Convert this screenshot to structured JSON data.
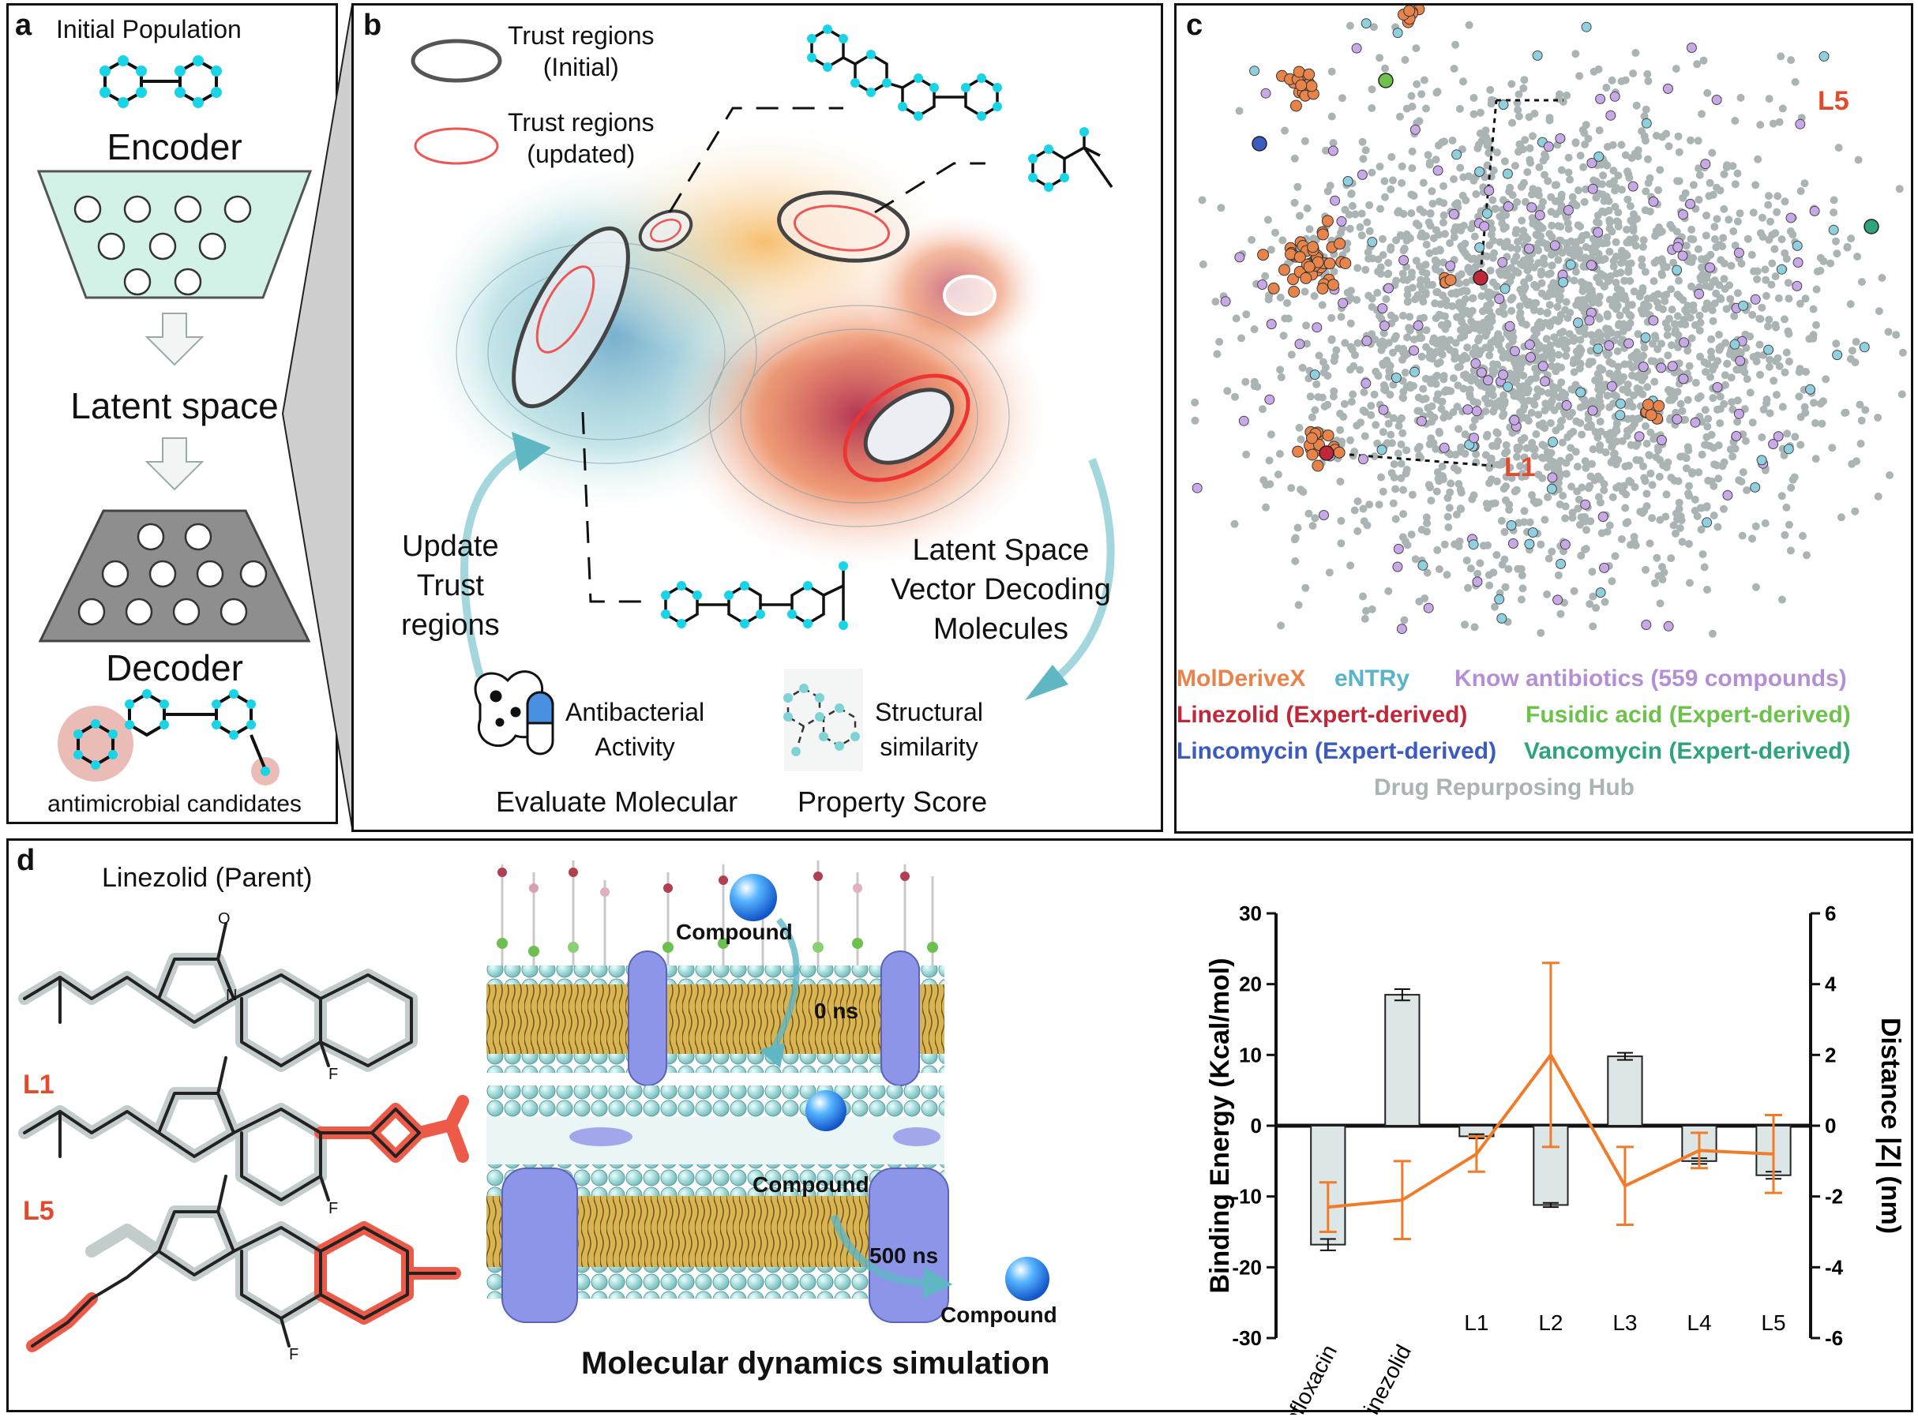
{
  "panel_a": {
    "label": "a",
    "initial_population": "Initial Population",
    "encoder": "Encoder",
    "latent_space": "Latent space",
    "decoder": "Decoder",
    "candidates": "antimicrobial candidates"
  },
  "panel_b": {
    "label": "b",
    "legend_initial": [
      "Trust regions",
      "(Initial)"
    ],
    "legend_updated": [
      "Trust regions",
      "(updated)"
    ],
    "update_trust": [
      "Update",
      "Trust",
      "regions"
    ],
    "decoding": [
      "Latent Space",
      "Vector Decoding",
      "Molecules"
    ],
    "antibacterial": [
      "Antibacterial",
      "Activity"
    ],
    "structural": [
      "Structural",
      "similarity"
    ],
    "evaluate": "Evaluate Molecular",
    "property_score": "Property Score"
  },
  "panel_c": {
    "label": "c",
    "callout_l5": "L5",
    "callout_l1": "L1",
    "legend": [
      {
        "text": "MolDeriveX",
        "color": "#e8844a"
      },
      {
        "text": "eNTRy",
        "color": "#5ab4c8"
      },
      {
        "text": "Know antibiotics (559 compounds)",
        "color": "#b48fd6"
      },
      {
        "text": "Linezolid (Expert-derived)",
        "color": "#c0283a"
      },
      {
        "text": "Fusidic acid (Expert-derived)",
        "color": "#6cc24a"
      },
      {
        "text": "Lincomycin (Expert-derived)",
        "color": "#3b5bbf"
      },
      {
        "text": "Vancomycin (Expert-derived)",
        "color": "#2ea47a"
      },
      {
        "text": "Drug Repurposing Hub",
        "color": "#aab4b4"
      }
    ]
  },
  "panel_d": {
    "label": "d",
    "parent": "Linezolid (Parent)",
    "mol_l1": "L1",
    "mol_l5": "L5",
    "compound_1": "Compound",
    "time_0": "0 ns",
    "compound_2": "Compound",
    "time_500": "500 ns",
    "compound_3": "Compound",
    "md_title": "Molecular dynamics simulation",
    "atom_f": "F",
    "atom_n": "N",
    "atom_o": "O"
  },
  "chart_data": {
    "type": "bar",
    "categories": [
      "Enrofloxacin",
      "Linezolid",
      "L1",
      "L2",
      "L3",
      "L4",
      "L5"
    ],
    "series": [
      {
        "name": "Binding Energy",
        "axis": "left",
        "kind": "bar",
        "values": [
          -16.8,
          18.5,
          -1.5,
          -11.2,
          9.8,
          -5.0,
          -7.0
        ],
        "errors": [
          0.8,
          0.8,
          0.3,
          0.3,
          0.5,
          0.4,
          0.5
        ]
      },
      {
        "name": "Distance |Z|",
        "axis": "right",
        "kind": "line",
        "values": [
          -2.3,
          -2.1,
          -0.8,
          2.0,
          -1.7,
          -0.7,
          -0.8
        ],
        "errors": [
          0.7,
          1.1,
          0.5,
          2.6,
          1.1,
          0.5,
          1.1
        ]
      }
    ],
    "ylabel_left": "Binding Energy (Kcal/mol)",
    "ylabel_right": "Distance |Z| (nm)",
    "ylim_left": [
      -30,
      30
    ],
    "yticks_left": [
      "30",
      "20",
      "10",
      "0",
      "-10",
      "-20",
      "-30"
    ],
    "ylim_right": [
      -6,
      6
    ],
    "yticks_right": [
      "6",
      "4",
      "2",
      "0",
      "-2",
      "-4",
      "-6"
    ],
    "bar_color": "#dde6e6",
    "line_color": "#f07c2a"
  }
}
